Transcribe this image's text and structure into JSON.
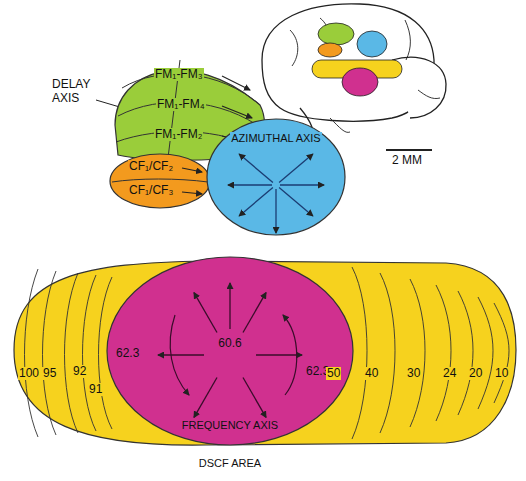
{
  "diagram": {
    "nodes": [
      {
        "text": [
          "FM₁-FM₃",
          "FM₁-FM₄",
          "FM₁-FM₂"
        ]
      },
      {
        "text": [
          "CF₁/CF₂",
          "CF₁/CF₃"
        ]
      },
      {
        "text": [
          "AZIMUTHAL AXIS"
        ]
      },
      {
        "text": [
          "100",
          "95",
          "92",
          "91",
          "50",
          "40",
          "30",
          "24",
          "20",
          "10"
        ]
      },
      {
        "text": [
          "62.3",
          "60.6",
          "62.3",
          "FREQUENCY AXIS",
          "DSCF AREA"
        ],
        "in": 3
      }
    ],
    "labels": [
      "DELAY AXIS",
      "2 MM"
    ]
  }
}
